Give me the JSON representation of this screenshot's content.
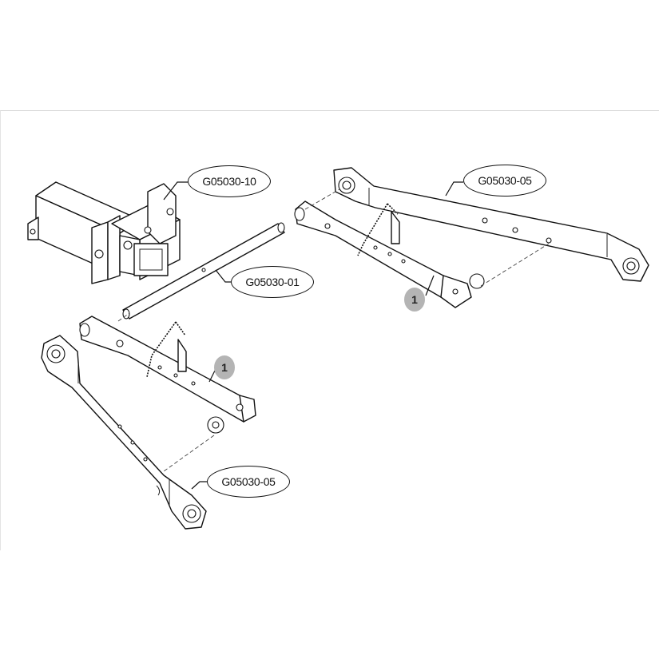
{
  "callouts": {
    "hitch_frame": "G05030-10",
    "upper_arm_right": "G05030-05",
    "cross_pin": "G05030-01",
    "lower_arm_left": "G05030-05"
  },
  "badges": {
    "stabilizer_right": "1",
    "stabilizer_left": "1"
  },
  "colors": {
    "badge": "#b4b4b4",
    "line": "#111111"
  }
}
